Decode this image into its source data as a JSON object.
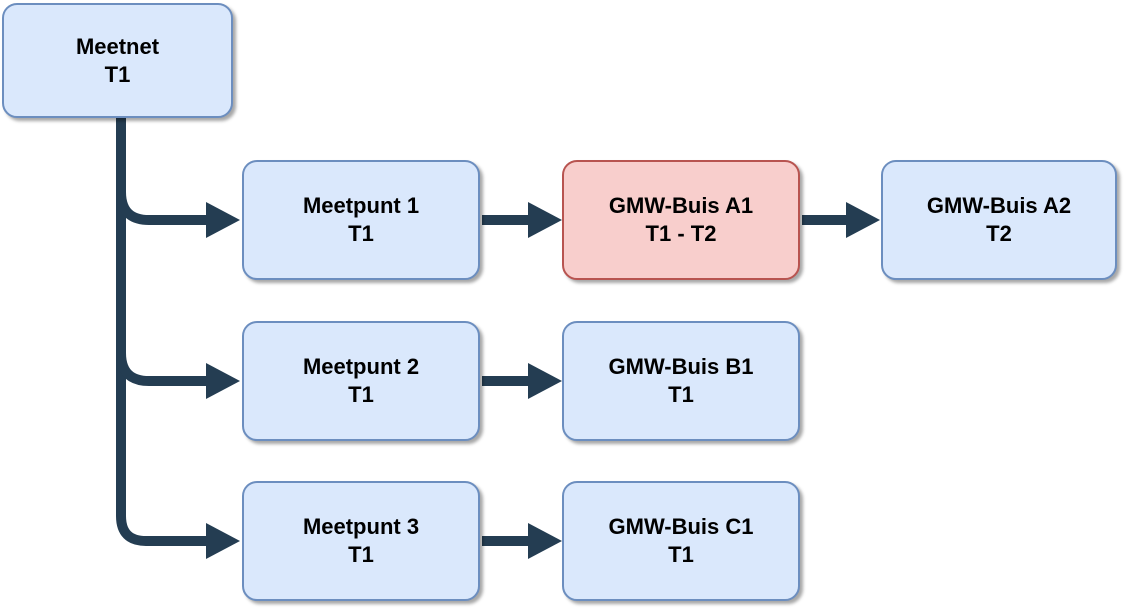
{
  "diagram": {
    "type": "flowchart-tree",
    "nodes": {
      "meetnet": {
        "title": "Meetnet",
        "subtitle": "T1"
      },
      "meetpunt1": {
        "title": "Meetpunt 1",
        "subtitle": "T1"
      },
      "gmw_a1": {
        "title": "GMW-Buis A1",
        "subtitle": "T1 - T2"
      },
      "gmw_a2": {
        "title": "GMW-Buis A2",
        "subtitle": "T2"
      },
      "meetpunt2": {
        "title": "Meetpunt 2",
        "subtitle": "T1"
      },
      "gmw_b1": {
        "title": "GMW-Buis B1",
        "subtitle": "T1"
      },
      "meetpunt3": {
        "title": "Meetpunt 3",
        "subtitle": "T1"
      },
      "gmw_c1": {
        "title": "GMW-Buis C1",
        "subtitle": "T1"
      }
    },
    "edges": [
      {
        "from": "meetnet",
        "to": "meetpunt1"
      },
      {
        "from": "meetnet",
        "to": "meetpunt2"
      },
      {
        "from": "meetnet",
        "to": "meetpunt3"
      },
      {
        "from": "meetpunt1",
        "to": "gmw_a1"
      },
      {
        "from": "gmw_a1",
        "to": "gmw_a2"
      },
      {
        "from": "meetpunt2",
        "to": "gmw_b1"
      },
      {
        "from": "meetpunt3",
        "to": "gmw_c1"
      }
    ],
    "colors": {
      "node_fill_blue": "#dae8fc",
      "node_border_blue": "#6c8ebf",
      "node_fill_red": "#f8cecc",
      "node_border_red": "#b85450",
      "connector": "#243d52",
      "text": "#000000",
      "background": "#ffffff"
    }
  }
}
